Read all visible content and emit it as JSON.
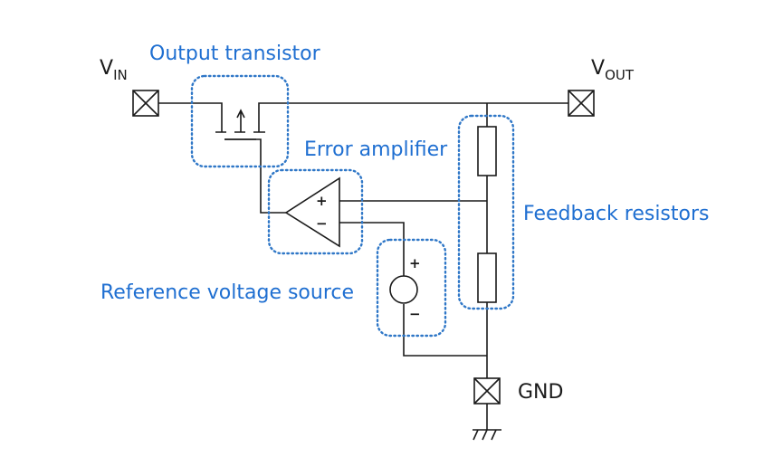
{
  "terminals": {
    "vin": {
      "main": "V",
      "sub": "IN"
    },
    "vout": {
      "main": "V",
      "sub": "OUT"
    },
    "gnd": "GND"
  },
  "labels": {
    "output_transistor": "Output transistor",
    "error_amplifier": "Error amplifier",
    "feedback_resistors": "Feedback resistors",
    "reference_voltage_source": "Reference voltage source"
  },
  "signs": {
    "amp_plus": "+",
    "amp_minus": "−",
    "ref_plus": "+",
    "ref_minus": "−"
  },
  "colors": {
    "accent": "#1f6fd1",
    "wire": "#1a1a1a"
  },
  "icons": [
    "terminal-icon",
    "mosfet-icon",
    "op-amp-icon",
    "resistor-icon",
    "voltage-source-icon",
    "ground-icon"
  ]
}
